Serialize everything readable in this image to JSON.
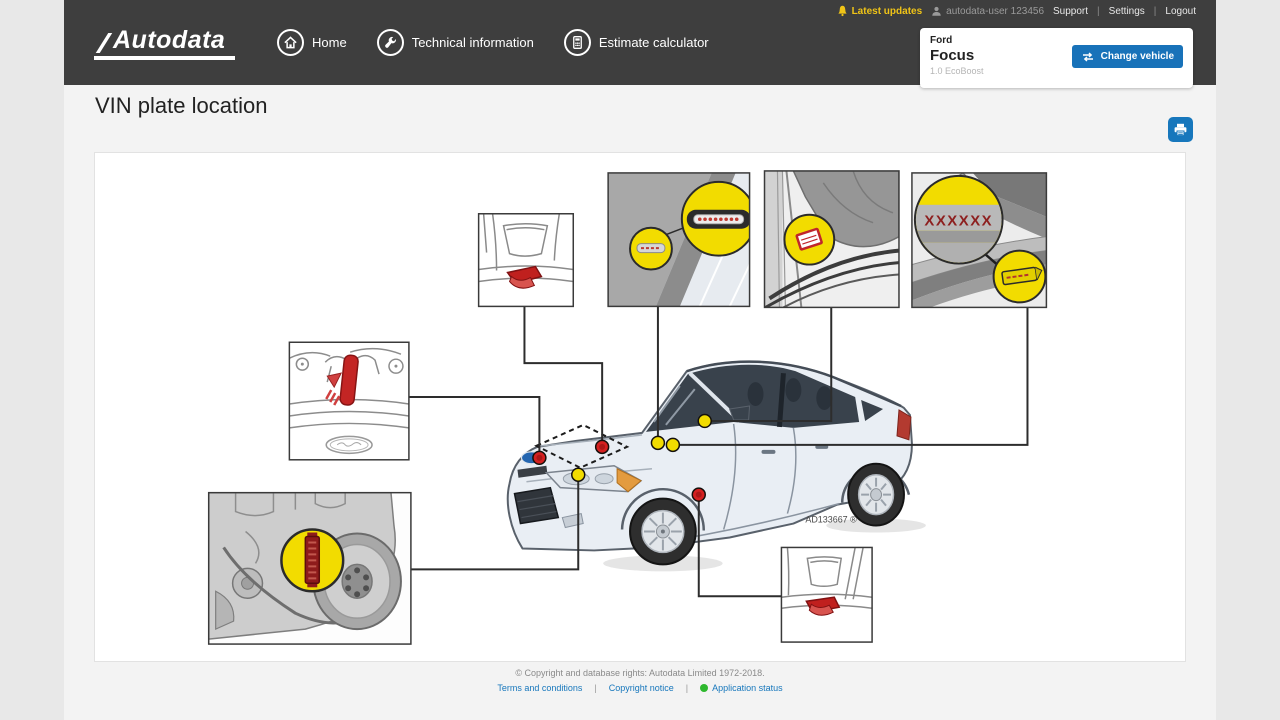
{
  "header": {
    "brand": "Autodata",
    "nav": [
      {
        "label": "Home",
        "icon": "home-icon"
      },
      {
        "label": "Technical information",
        "icon": "wrench-icon"
      },
      {
        "label": "Estimate calculator",
        "icon": "calculator-icon"
      }
    ],
    "utility": {
      "latest_updates": "Latest updates",
      "user": "autodata-user 123456",
      "support": "Support",
      "settings": "Settings",
      "logout": "Logout",
      "separator": "|"
    }
  },
  "vehicle_panel": {
    "make": "Ford",
    "model": "Focus",
    "variant": "1.0 EcoBoost",
    "change_button": "Change vehicle"
  },
  "page": {
    "title": "VIN plate location"
  },
  "diagram": {
    "figure_code": "AD133667 ®",
    "vin_mask": "XXXXXX"
  },
  "footer": {
    "copyright": "© Copyright and database rights: Autodata Limited 1972-2018.",
    "links": [
      "Terms and conditions",
      "Copyright notice",
      "Application status"
    ],
    "separator": "|"
  },
  "colors": {
    "accent_blue": "#1777bc",
    "header_dark": "#3e3e3e",
    "highlight_yellow": "#f2dc00",
    "alert_yellow": "#f0c417",
    "marker_red": "#d42020",
    "status_green": "#2eb82e"
  }
}
